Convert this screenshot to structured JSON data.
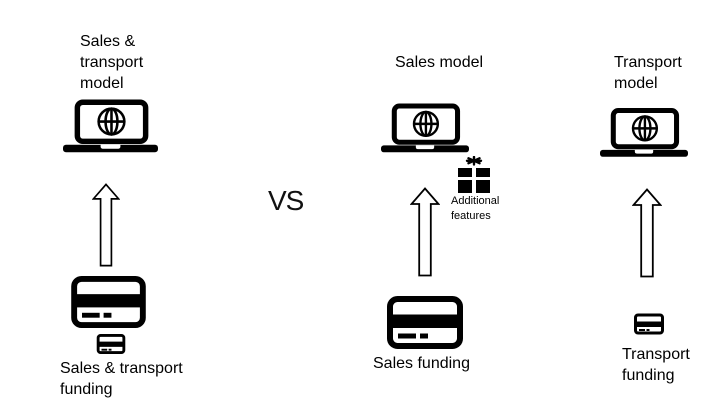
{
  "canvas": {
    "background": "#ffffff",
    "ink": "#000000"
  },
  "comparison": {
    "vs_label": "VS",
    "left": {
      "title_lines": [
        "Sales &",
        "transport",
        "model"
      ],
      "funding_lines": [
        "Sales & transport",
        "funding"
      ]
    },
    "middle": {
      "title": "Sales model",
      "funding": "Sales funding",
      "extra_feature_lines": [
        "Additional",
        "features"
      ]
    },
    "right": {
      "title_lines": [
        "Transport",
        "model"
      ],
      "funding_lines": [
        "Transport",
        "funding"
      ]
    }
  },
  "icons": {
    "laptop": "laptop-globe-icon",
    "arrow": "up-arrow-icon",
    "card": "credit-card-icon",
    "card_small": "small-credit-card-icon",
    "gift": "gift-icon"
  }
}
